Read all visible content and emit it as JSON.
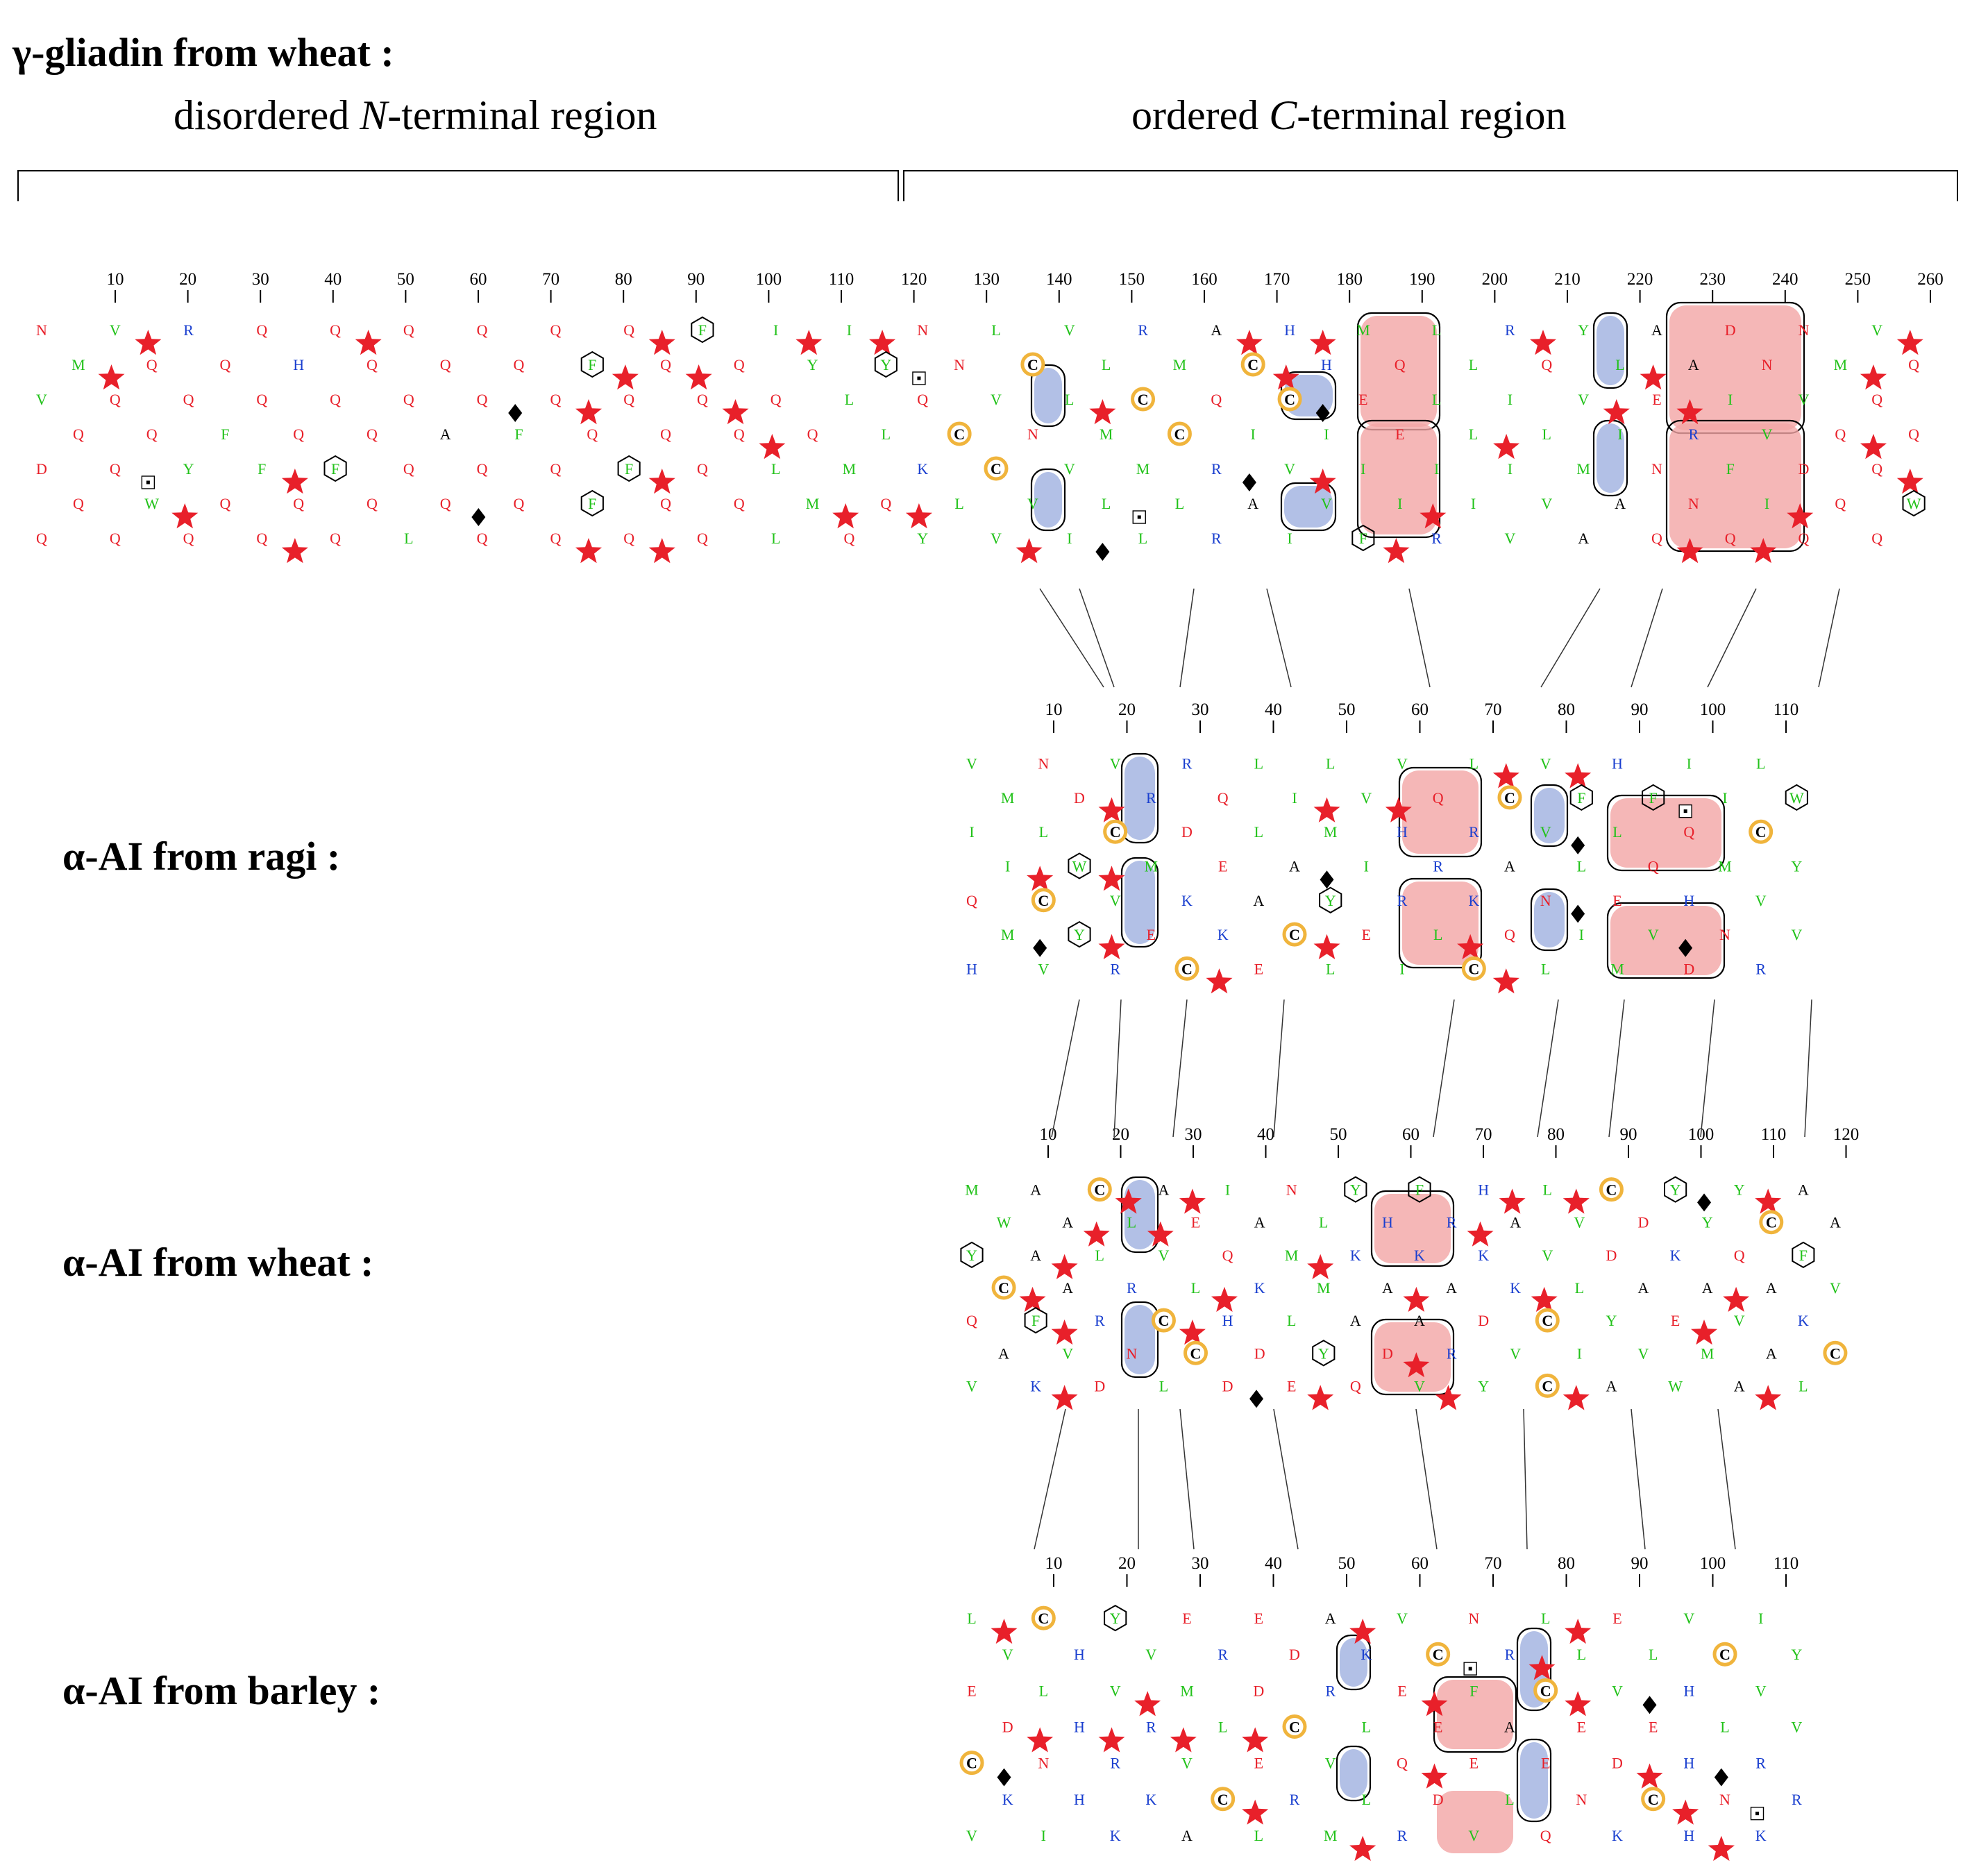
{
  "titles": {
    "gamma_gliadin": "γ-gliadin from wheat :",
    "ragi": "α-AI from ragi :",
    "wheat": "α-AI from wheat :",
    "barley": "α-AI from barley :"
  },
  "regions": {
    "n_terminal": {
      "prefix": "disordered ",
      "italic": "N",
      "suffix": "-terminal region"
    },
    "c_terminal": {
      "prefix": "ordered ",
      "italic": "C",
      "suffix": "-terminal region"
    }
  },
  "plots": {
    "gliadin": {
      "ticks": [
        "10",
        "20",
        "30",
        "40",
        "50",
        "60",
        "70",
        "80",
        "90",
        "100",
        "110",
        "120",
        "130",
        "140",
        "150",
        "160",
        "170",
        "180",
        "190",
        "200",
        "210",
        "220",
        "230",
        "240",
        "250",
        "260"
      ]
    },
    "ragi": {
      "ticks": [
        "10",
        "20",
        "30",
        "40",
        "50",
        "60",
        "70",
        "80",
        "90",
        "100",
        "110"
      ]
    },
    "wheat": {
      "ticks": [
        "10",
        "20",
        "30",
        "40",
        "50",
        "60",
        "70",
        "80",
        "90",
        "100",
        "110",
        "120"
      ]
    },
    "barley": {
      "ticks": [
        "10",
        "20",
        "30",
        "40",
        "50",
        "60",
        "70",
        "80",
        "90",
        "100",
        "110"
      ]
    }
  },
  "colors": {
    "Q": "#e8202a",
    "N": "#e8202a",
    "D": "#e8202a",
    "E": "#e8202a",
    "R": "#1a3fcf",
    "K": "#1a3fcf",
    "H": "#1a3fcf",
    "hydrophobic": "#22c21a",
    "black": "#000000",
    "star": "#e8202a",
    "cys_ring": "#f0b43c",
    "red_cluster": "#f3a5a5",
    "blue_cluster": "#9fb0e0"
  },
  "sequence_fragments": {
    "gliadin": "NMVQDQQVQQQQWQRQQFYQQQHQQFQQQQQQFQQQQQAQQLQQQFQQQQFQQQFQQQQQFQQFQQQQQQIYQQLMLIYLLMQQNNQCKLYLCVNCVVVLLMVLIRMCCMLLACQIRARHHCIVVIMQEEIIFLLLLIIRRQILIVVYLVIMAAAAERNNQDNIVFIQ",
    "ragi": "VMIIQMHNDLWCYVVRCMVERRQDEKKCLILAACELVMIYELVQHRRLILCRAKQCVFVLNILHFLQE",
    "wheat": "MWYCQAVAAAAFVKCLLRRNDAEVLCCLIAQKHDDNLMMLYEYHKAADQFRKAARVHAKKDVYLVVLCICCDDAYVAYYKAE",
    "barley": "LVEDCKVCHLHNHIYVVRRKKERMLVCAEDDCERLAKRLVLMVCEEQDRNRFAELVLLCEENQE"
  }
}
